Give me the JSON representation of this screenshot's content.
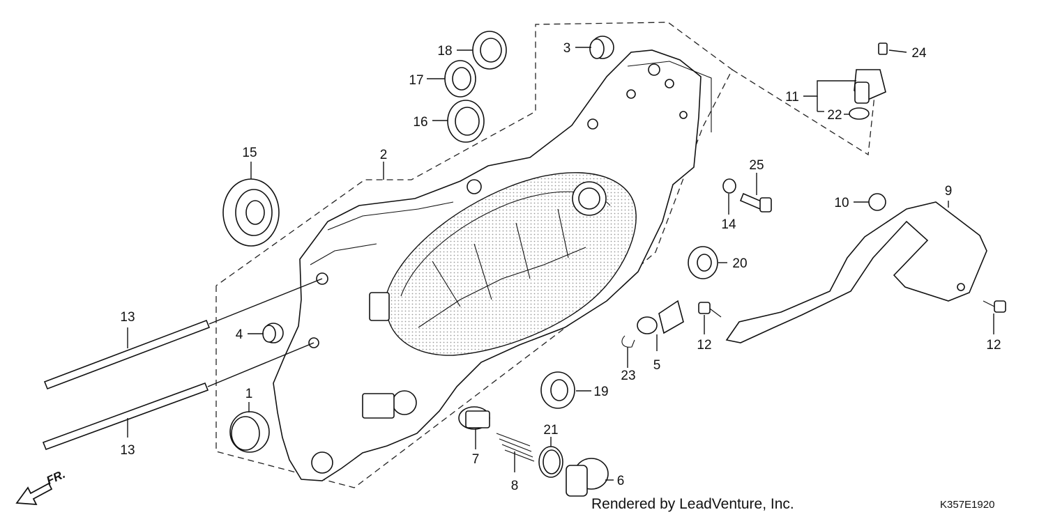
{
  "diagram": {
    "callouts": [
      "1",
      "2",
      "3",
      "4",
      "5",
      "6",
      "7",
      "8",
      "9",
      "10",
      "11",
      "12",
      "12",
      "13",
      "13",
      "14",
      "15",
      "16",
      "17",
      "18",
      "19",
      "20",
      "21",
      "22",
      "23",
      "24",
      "25"
    ],
    "direction_label": "FR."
  },
  "footer": {
    "credit": "Rendered by LeadVenture, Inc.",
    "part_code": "K357E1920"
  }
}
